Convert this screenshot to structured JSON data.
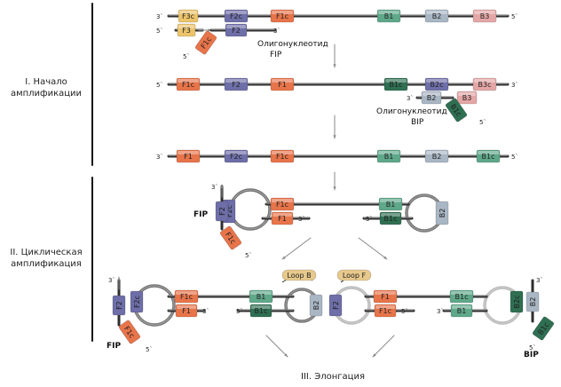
{
  "sections": {
    "s1": "I. Начало амплификации",
    "s1_lines": [
      "I. Начало",
      "амплификации"
    ],
    "s2": "II. Циклическая амплификация",
    "s2_lines": [
      "II. Циклическая",
      "амплификация"
    ],
    "s3": "III. Элонгация"
  },
  "ends": {
    "three": "3`",
    "five": "5`"
  },
  "segments": {
    "F3c": "F3c",
    "F2c": "F2c",
    "F1c": "F1c",
    "F3": "F3",
    "F2": "F2",
    "F1": "F1",
    "B1": "B1",
    "B2": "B2",
    "B3": "B3",
    "B1c": "B1c",
    "B2c": "B2c",
    "B3c": "B3c"
  },
  "labels": {
    "fip_oligo_1": "Олигонуклеотид",
    "fip_oligo_2": "FIP",
    "bip_oligo_1": "Олигонуклеотид",
    "bip_oligo_2": "BIP",
    "fip": "FIP",
    "bip": "BIP",
    "loop_b": "Loop B",
    "loop_f": "Loop F"
  },
  "colors": {
    "orange": "#e8744a",
    "purple": "#6e6ea8",
    "green": "#5fa88a",
    "darkgreen": "#2f6f52",
    "grey": "#a9b6c4",
    "yellow": "#ecc46a",
    "pink": "#e4a6a6",
    "strand": "#444444"
  }
}
